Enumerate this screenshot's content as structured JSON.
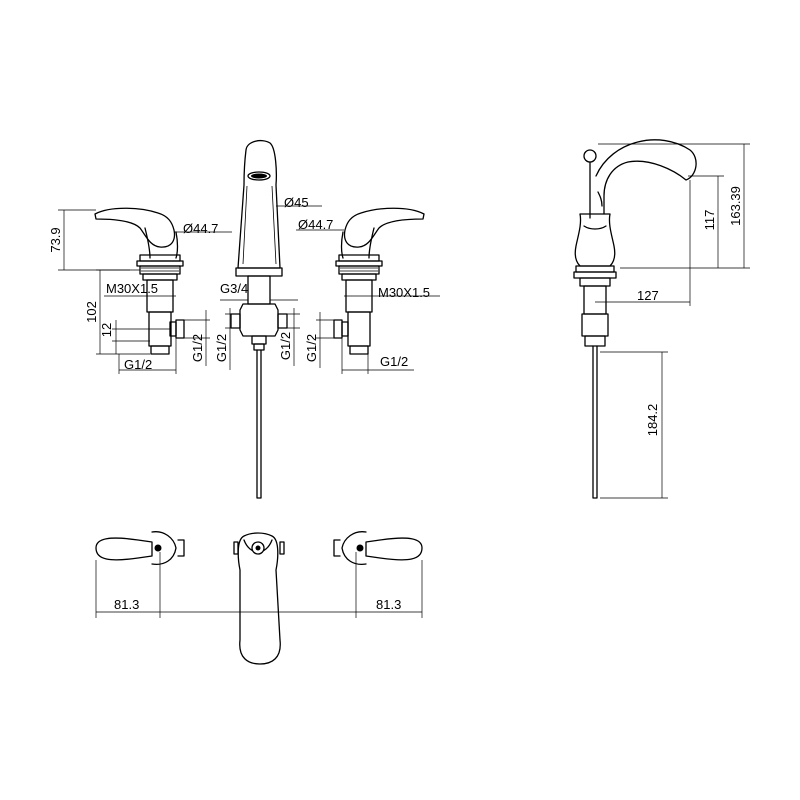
{
  "labels": {
    "height_left": "73.9",
    "diameter_handle_left": "Ø44.7",
    "diameter_spout": "Ø45",
    "diameter_handle_right": "Ø44.7",
    "thread_left": "M30X1.5",
    "thread_right": "M30X1.5",
    "body_height": "102",
    "inlet_offset": "12",
    "spout_thread": "G3/4",
    "outlet_left_a": "G1/2",
    "outlet_center_a": "G1/2",
    "outlet_center_b": "G1/2",
    "outlet_right_a": "G1/2",
    "inlet_left": "G1/2",
    "inlet_right": "G1/2",
    "spout_reach": "127",
    "spout_height": "117",
    "overall_height": "163.39",
    "rod_length": "184.2",
    "spacing_left": "81.3",
    "spacing_right": "81.3"
  }
}
